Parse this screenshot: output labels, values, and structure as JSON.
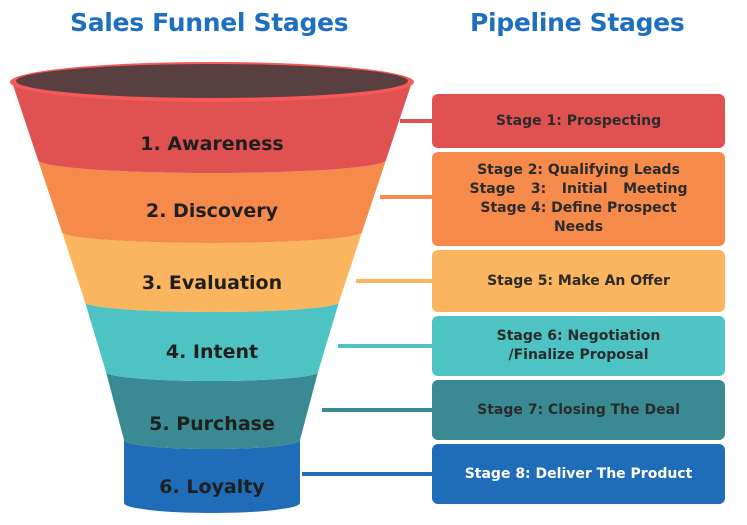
{
  "headings": {
    "funnel": "Sales Funnel Stages",
    "pipeline": "Pipeline Stages"
  },
  "funnel_stages": [
    {
      "label": "1. Awareness",
      "color": "#e05152"
    },
    {
      "label": "2. Discovery",
      "color": "#f58a4b"
    },
    {
      "label": "3. Evaluation",
      "color": "#fbb55e"
    },
    {
      "label": "4. Intent",
      "color": "#4ec3c4"
    },
    {
      "label": "5. Purchase",
      "color": "#3a8a93"
    },
    {
      "label": "6. Loyalty",
      "color": "#1f6db9"
    }
  ],
  "pipeline_stages": [
    {
      "lines": [
        "Stage 1: Prospecting"
      ],
      "color": "#e05152"
    },
    {
      "lines": [
        "Stage 2: Qualifying Leads",
        "Stage 3: Initial Meeting",
        "Stage 4: Define Prospect",
        "Needs"
      ],
      "color": "#f58a4b"
    },
    {
      "lines": [
        "Stage 5: Make An Offer"
      ],
      "color": "#fbb55e"
    },
    {
      "lines": [
        "Stage 6: Negotiation",
        "/Finalize Proposal"
      ],
      "color": "#4ec3c4"
    },
    {
      "lines": [
        "Stage 7: Closing The Deal"
      ],
      "color": "#3a8a93"
    },
    {
      "lines": [
        "Stage 8: Deliver The Product"
      ],
      "color": "#1f6db9"
    }
  ],
  "funnel_rim_color": "#5a3f40"
}
